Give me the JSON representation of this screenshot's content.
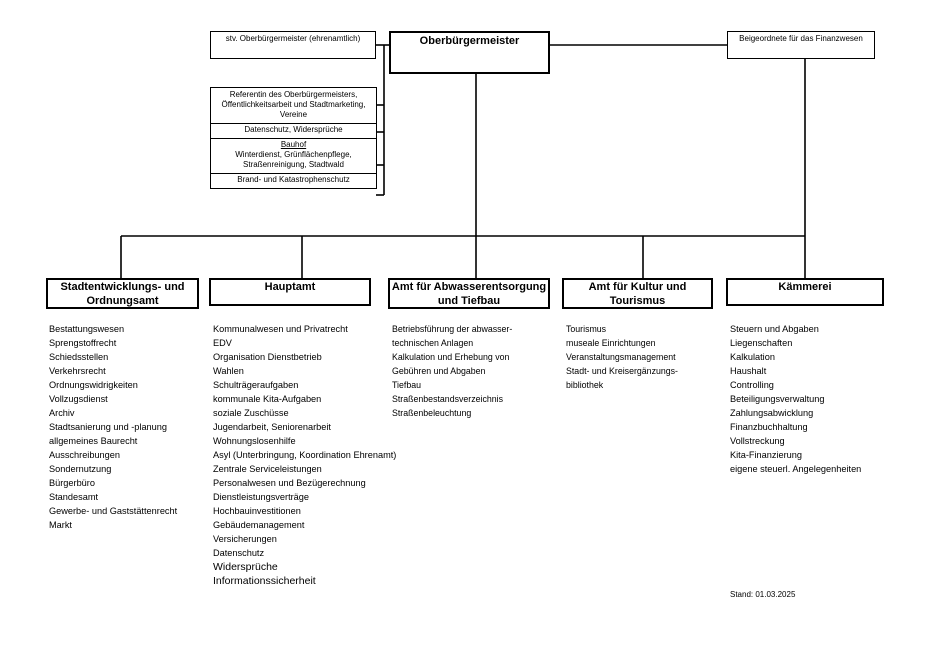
{
  "top": {
    "mayor": "Oberbürgermeister",
    "deputy": "stv. Oberbürgermeister (ehrenamtlich)",
    "finance_officer": "Beigeordnete für das Finanzwesen"
  },
  "staff_units": [
    {
      "text": "Referentin des Oberbürgermeisters, Öffentlichkeitsarbeit und Stadtmarketing, Vereine"
    },
    {
      "text": "Datenschutz, Widersprüche"
    },
    {
      "title": "Bauhof",
      "text": "Winterdienst, Grünflächenpflege, Straßenreinigung, Stadtwald"
    },
    {
      "text": "Brand- und Katastrophenschutz"
    }
  ],
  "departments": [
    {
      "title": "Stadtentwicklungs- und Ordnungsamt",
      "items": [
        "Bestattungswesen",
        "Sprengstoffrecht",
        "Schiedsstellen",
        "Verkehrsrecht",
        "Ordnungswidrigkeiten",
        "Vollzugsdienst",
        "Archiv",
        "Stadtsanierung und -planung",
        "allgemeines Baurecht",
        "Ausschreibungen",
        "Sondernutzung",
        "Bürgerbüro",
        "Standesamt",
        "Gewerbe- und Gaststättenrecht",
        "Markt"
      ]
    },
    {
      "title": "Hauptamt",
      "items": [
        "Kommunalwesen und Privatrecht",
        "EDV",
        "Organisation Dienstbetrieb",
        "Wahlen",
        "Schulträgeraufgaben",
        "kommunale Kita-Aufgaben",
        "soziale Zuschüsse",
        "Jugendarbeit, Seniorenarbeit",
        "Wohnungslosenhilfe",
        "Asyl (Unterbringung, Koordination Ehrenamt)",
        "Zentrale Serviceleistungen",
        "Personalwesen und Bezügerechnung",
        "Dienstleistungsverträge",
        "Hochbauinvestitionen",
        "Gebäudemanagement",
        "Versicherungen",
        "Datenschutz",
        "Widersprüche",
        "Informationssicherheit"
      ]
    },
    {
      "title": "Amt für Abwasserentsorgung und Tiefbau",
      "items": [
        "Betriebsführung der abwasser-",
        "technischen Anlagen",
        "Kalkulation und Erhebung von",
        "Gebühren und Abgaben",
        "Tiefbau",
        "Straßenbestandsverzeichnis",
        "Straßenbeleuchtung"
      ]
    },
    {
      "title": "Amt für Kultur und Tourismus",
      "items": [
        "Tourismus",
        "museale Einrichtungen",
        "Veranstaltungsmanagement",
        "Stadt- und Kreisergänzungs-",
        "bibliothek"
      ]
    },
    {
      "title": "Kämmerei",
      "items": [
        "Steuern und Abgaben",
        "Liegenschaften",
        "Kalkulation",
        "Haushalt",
        "Controlling",
        "Beteiligungsverwaltung",
        "Zahlungsabwicklung",
        "Finanzbuchhaltung",
        "Vollstreckung",
        "Kita-Finanzierung",
        "eigene steuerl. Angelegenheiten"
      ]
    }
  ],
  "stand": "Stand: 01.03.2025"
}
